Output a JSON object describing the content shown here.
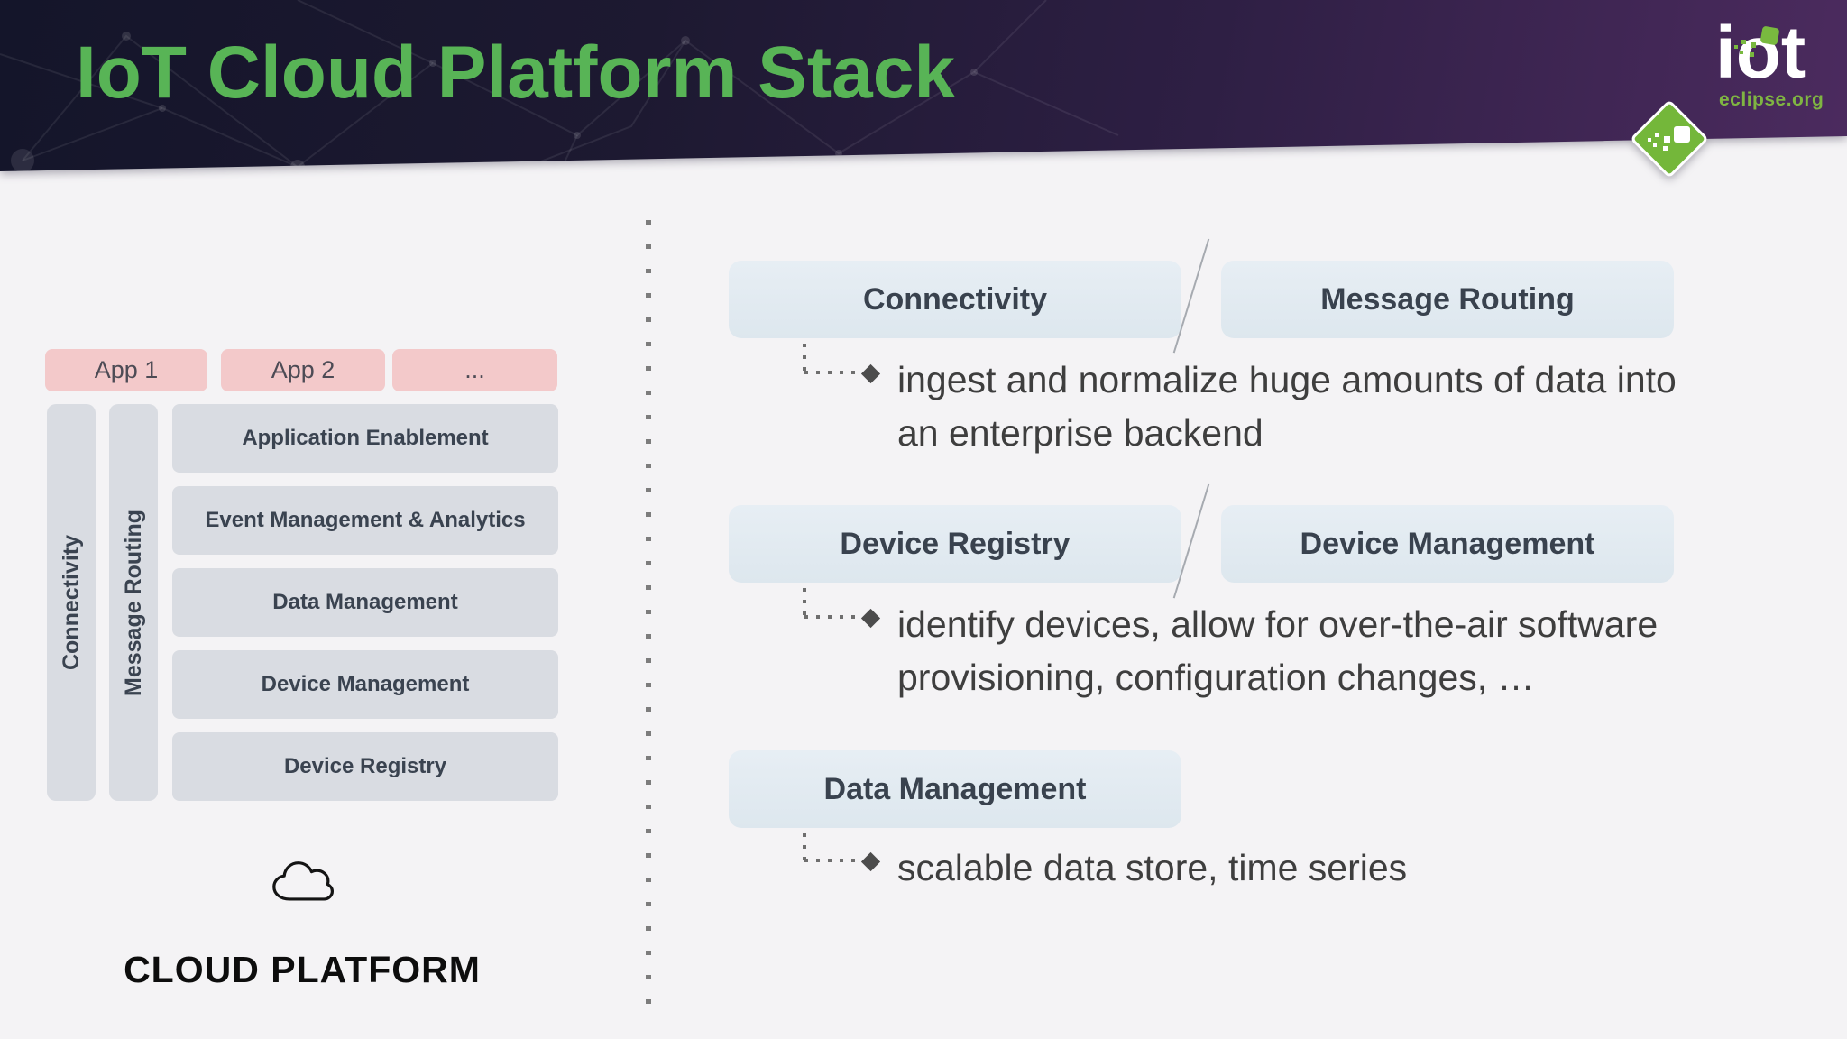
{
  "slide": {
    "title": "IoT Cloud Platform Stack",
    "logo": {
      "brand": "iot",
      "site": "eclipse.org"
    },
    "left_stack": {
      "apps": [
        "App 1",
        "App 2",
        "..."
      ],
      "vertical_layers": [
        "Connectivity",
        "Message Routing"
      ],
      "horizontal_layers": [
        "Application Enablement",
        "Event Management & Analytics",
        "Data Management",
        "Device Management",
        "Device Registry"
      ],
      "platform_label": "CLOUD PLATFORM"
    },
    "details": [
      {
        "boxes": [
          "Connectivity",
          "Message Routing"
        ],
        "text": "ingest and normalize huge amounts of data into an enterprise backend"
      },
      {
        "boxes": [
          "Device Registry",
          "Device Management"
        ],
        "text": "identify devices, allow for over-the-air software provisioning, configuration changes, …"
      },
      {
        "boxes": [
          "Data Management"
        ],
        "text": "scalable data store, time series"
      }
    ],
    "icons": {
      "cloud": "cloud-outline-icon",
      "logo_diamond": "eclipse-iot-diamond-icon",
      "bullet": "diamond-bullet-icon",
      "divider": "dotted-vertical-divider"
    },
    "colors": {
      "title_green": "#58b456",
      "logo_green": "#74b73a",
      "header_dark": "#14152a",
      "header_purple": "#4c2b5f",
      "slide_background": "#f4f3f5",
      "app_box_pink": "#f3c9ca",
      "layer_box_gray": "#d9dce2",
      "detail_box_blue": "#dfe9f0",
      "box_text": "#3a4350",
      "bullet_text": "#3e3e3e"
    }
  }
}
